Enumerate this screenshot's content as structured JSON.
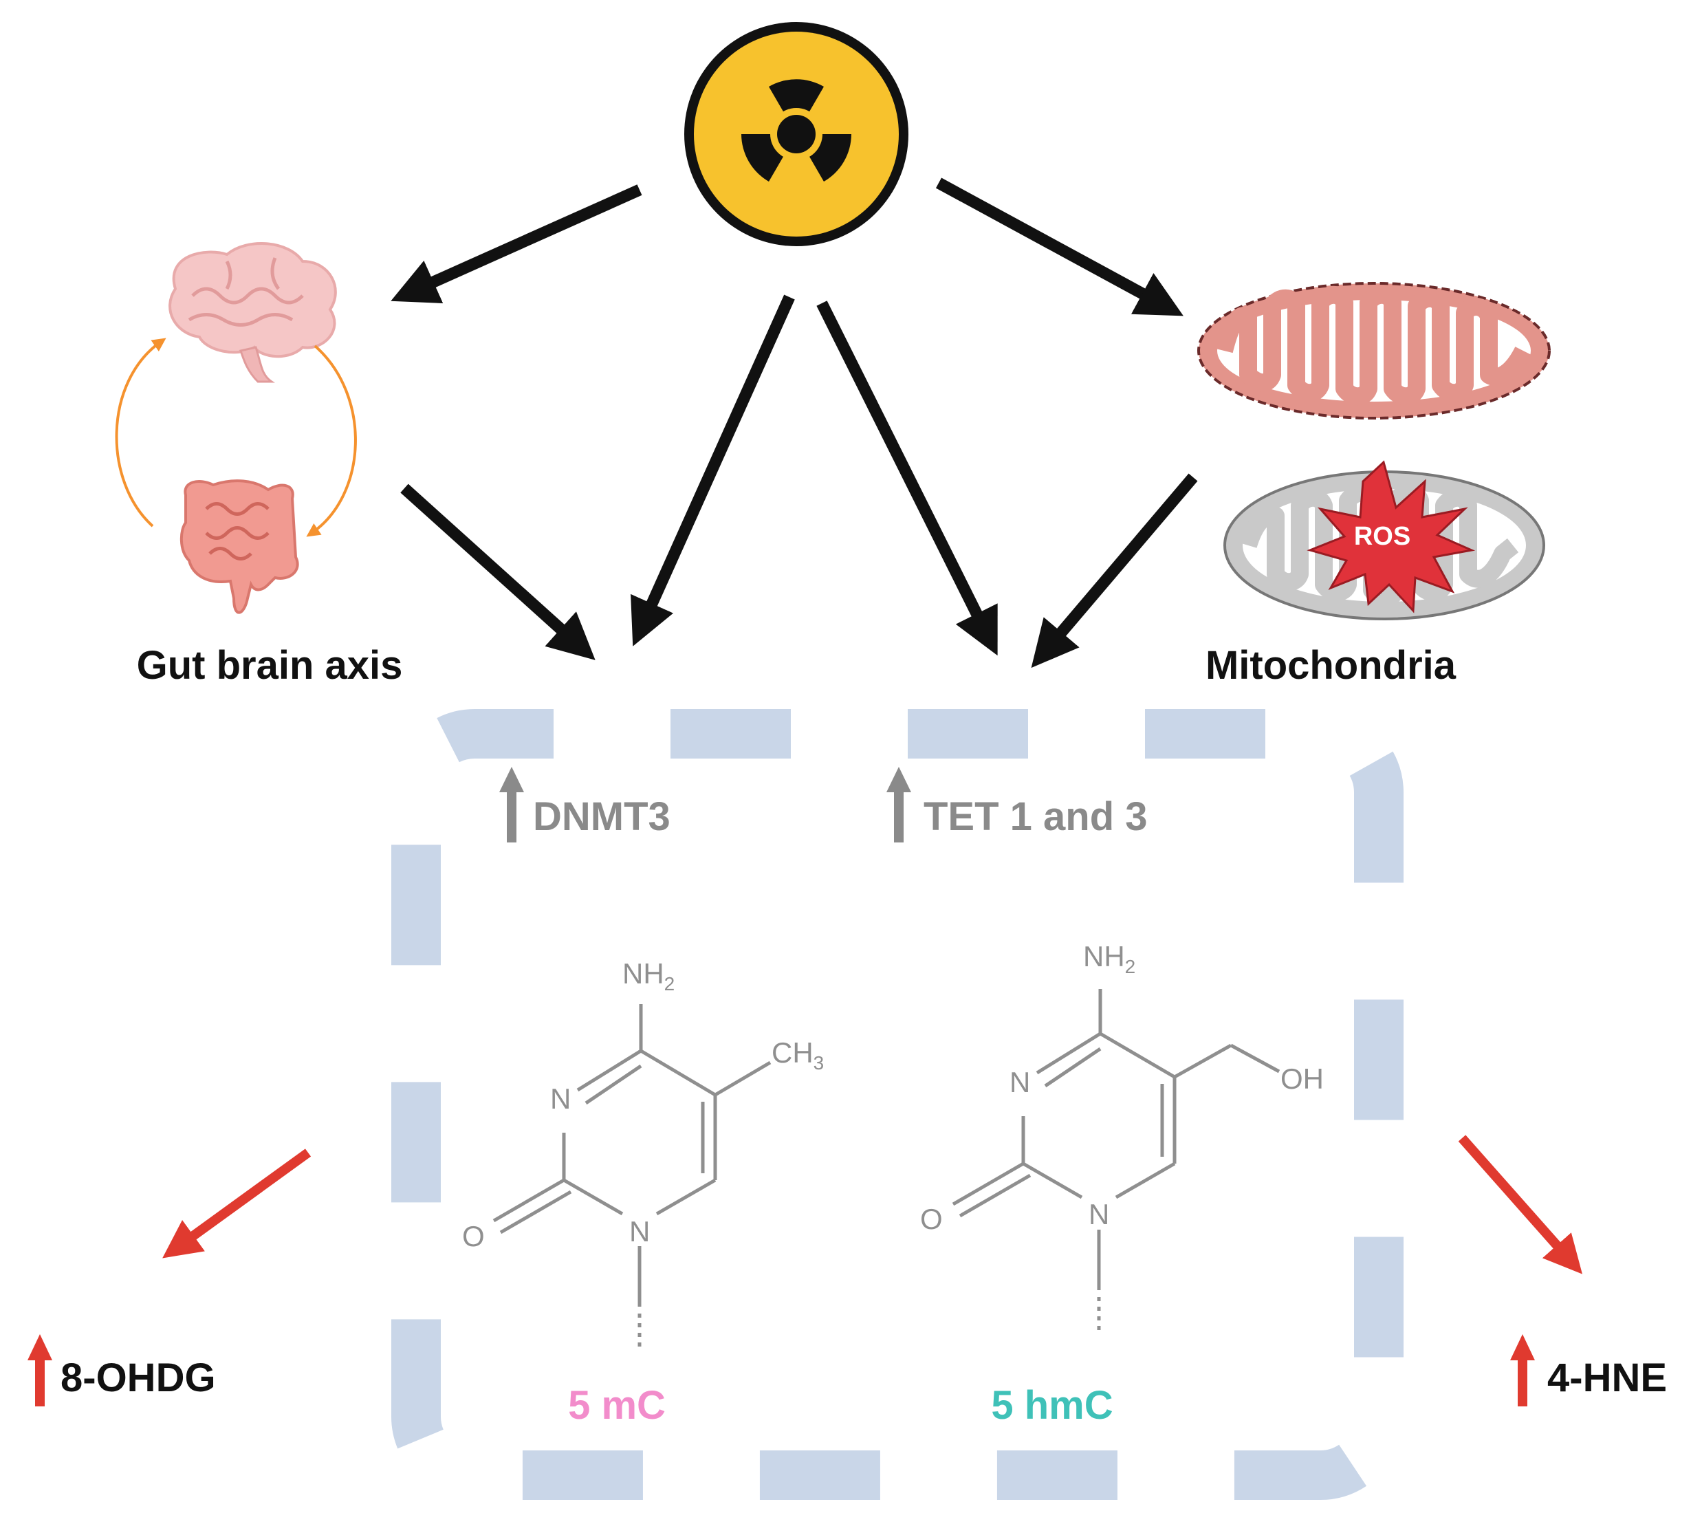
{
  "diagram": {
    "gut_brain_label": "Gut brain axis",
    "mitochondria_label": "Mitochondria",
    "ros_label": "ROS",
    "dnmt3_label": "DNMT3",
    "tet_label": "TET 1 and 3",
    "ohdg_label": "8-OHDG",
    "hne_label": "4-HNE",
    "mc_label": "5 mC",
    "hmc_label": "5 hmC"
  },
  "chemistry": {
    "mc": {
      "nh2": "NH",
      "sub2": "2",
      "ch3": "CH",
      "sub3": "3",
      "n_ring": "N",
      "n_bottom": "N",
      "o": "O"
    },
    "hmc": {
      "nh2": "NH",
      "sub2": "2",
      "oh": "OH",
      "n_ring": "N",
      "n_bottom": "N",
      "o": "O"
    }
  },
  "colors": {
    "radiation_yellow": "#f7c22d",
    "arrow_black": "#111111",
    "arrow_red": "#e03a2f",
    "arrow_gray": "#8a8a8a",
    "dashed_box": "#c9d6e8",
    "mc_pink": "#f28ccb",
    "hmc_teal": "#3fc1b8",
    "ros_red": "#e0323a",
    "mitochondria_pink": "#e3948b",
    "mitochondria_gray": "#c9c9c9",
    "axis_orange": "#f5922e"
  }
}
